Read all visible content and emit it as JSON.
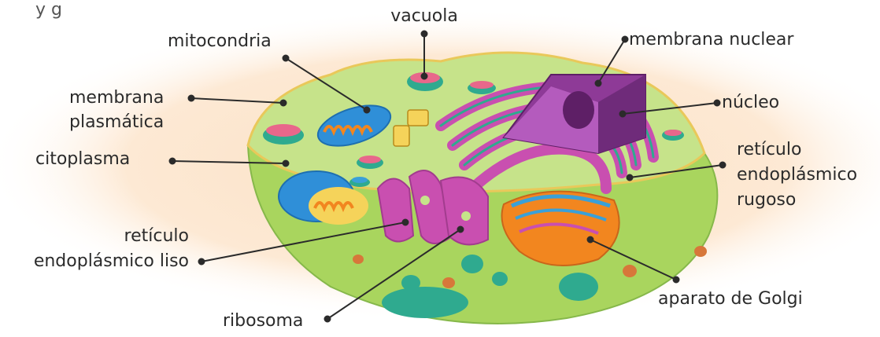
{
  "diagram": {
    "labels": {
      "top_cut_text": "y g",
      "vacuola": "vacuola",
      "mitocondria": "mitocondria",
      "membrana_nuclear": "membrana nuclear",
      "membrana_plasmatica_1": "membrana",
      "membrana_plasmatica_2": "plasmática",
      "nucleo": "núcleo",
      "citoplasma": "citoplasma",
      "reticulo_rugoso_1": "retículo",
      "reticulo_rugoso_2": "endoplásmico",
      "reticulo_rugoso_3": "rugoso",
      "reticulo_liso_1": "retículo",
      "reticulo_liso_2": "endoplásmico liso",
      "aparato_golgi": "aparato de Golgi",
      "ribosoma": "ribosoma"
    },
    "colors": {
      "background_glow": "#fde9d4",
      "cytoplasm": "#c6e38a",
      "cell_bowl": "#a9d55e",
      "membrane_edge": "#e9c85a",
      "er": "#c94fb0",
      "er_band": "#2faa8f",
      "nucleus": "#8e3a97",
      "nucleus_inner": "#b45bbd",
      "golgi": "#f2861f",
      "mitochondria": "#2f8fd8",
      "vacuole_rim": "#2faa8f",
      "vacuole_fill": "#e8678b",
      "leader_line": "#2b2b2b"
    }
  }
}
